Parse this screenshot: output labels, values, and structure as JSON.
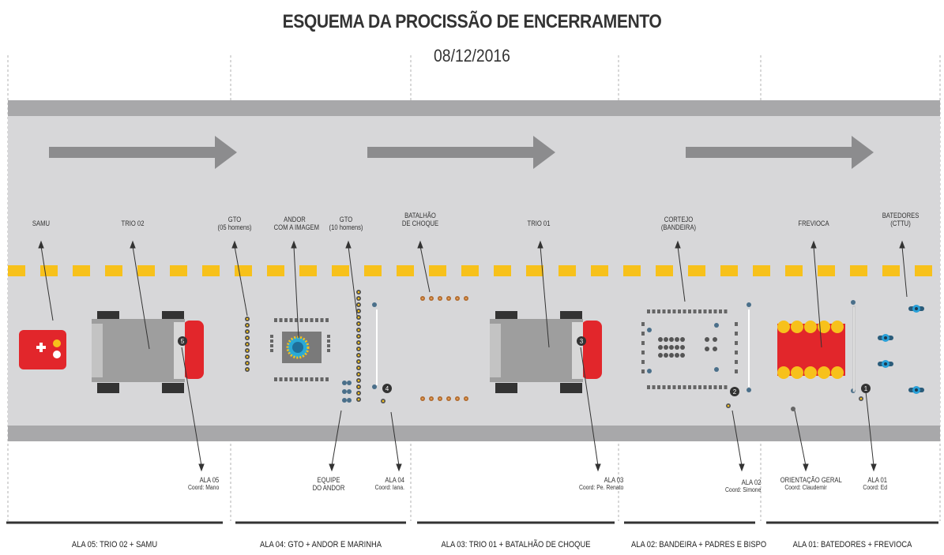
{
  "header": {
    "title": "ESQUEMA DA PROCISSÃO DE ENCERRAMENTO",
    "date": "08/12/2016"
  },
  "colors": {
    "road": "#d7d7d9",
    "road_edge": "#a8a8aa",
    "lane_dash": "#f7c11b",
    "arrow": "#8c8c8e",
    "vehicle_body": "#9e9e9e",
    "vehicle_red": "#e2262b",
    "dark": "#333333"
  },
  "labels": {
    "samu": "SAMU",
    "trio02": "TRIO 02",
    "gto05": [
      "GTO",
      "(05 homens)"
    ],
    "andor": [
      "ANDOR",
      "COM A IMAGEM"
    ],
    "gto10": [
      "GTO",
      "(10 homens)"
    ],
    "batalhao": [
      "BATALHÃO",
      "DE CHOQUE"
    ],
    "trio01": "TRIO 01",
    "cortejo": [
      "CORTEJO",
      "(BANDEIRA)"
    ],
    "frevioca": "FREVIOCA",
    "batedores": [
      "BATEDORES",
      "(CTTU)"
    ],
    "equipe_andor": [
      "EQUIPE",
      "DO ANDOR"
    ],
    "orientacao": [
      "ORIENTAÇÃO GERAL",
      "Coord: Claudemir"
    ]
  },
  "alas": [
    {
      "name": "ALA 05",
      "coord": "Coord: Mano",
      "badge": "5"
    },
    {
      "name": "ALA 04",
      "coord": "Coord: Iana.",
      "badge": "4"
    },
    {
      "name": "ALA 03",
      "coord": "Coord: Pe. Renato",
      "badge": "3"
    },
    {
      "name": "ALA 02",
      "coord": "Coord: Simone",
      "badge": "2"
    },
    {
      "name": "ALA 01",
      "coord": "Coord: Ed",
      "badge": "1"
    }
  ],
  "footer": [
    "ALA 05: TRIO 02 + SAMU",
    "ALA 04: GTO + ANDOR E MARINHA",
    "ALA 03: TRIO 01 + BATALHÃO DE CHOQUE",
    "ALA 02: BANDEIRA + PADRES E BISPO",
    "ALA 01: BATEDORES + FREVIOCA"
  ]
}
